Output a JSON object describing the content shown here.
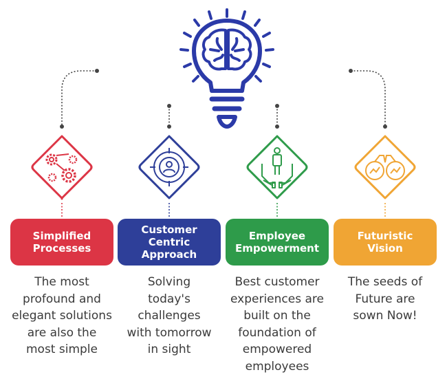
{
  "colors": {
    "bulb": "#2b3aa8",
    "connector": "#444444",
    "red": "#dc3545",
    "blue": "#2e3f99",
    "green": "#2e9b4a",
    "orange": "#f0a534"
  },
  "items": [
    {
      "title": "Simplified\nProcesses",
      "description": "The most\nprofound and\nelegant solutions\nare also the\nmost simple",
      "icon": "gears-icon",
      "color": "#dc3545"
    },
    {
      "title": "Customer\nCentric\nApproach",
      "description": "Solving\ntoday's\nchallenges\nwith tomorrow\nin sight",
      "icon": "customer-target-icon",
      "color": "#2e3f99"
    },
    {
      "title": "Employee\nEmpowerment",
      "description": "Best customer\nexperiences are\nbuilt on the\nfoundation of\nempowered\nemployees",
      "icon": "employee-hands-icon",
      "color": "#2e9b4a"
    },
    {
      "title": "Futuristic\nVision",
      "description": "The seeds of\nFuture are\nsown Now!",
      "icon": "binoculars-icon",
      "color": "#f0a534"
    }
  ]
}
